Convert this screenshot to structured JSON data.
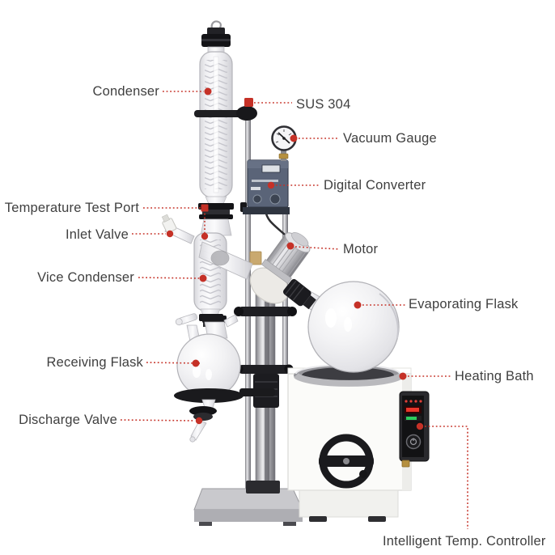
{
  "diagram": {
    "device": "rotary-evaporator",
    "background_color": "#ffffff",
    "leader_color": "#c53127",
    "text_color": "#3f3f3f",
    "labels": [
      {
        "id": "condenser",
        "text": "Condenser",
        "side": "left"
      },
      {
        "id": "sus-304",
        "text": "SUS 304",
        "side": "right"
      },
      {
        "id": "vacuum-gauge",
        "text": "Vacuum Gauge",
        "side": "right"
      },
      {
        "id": "digital-converter",
        "text": "Digital Converter",
        "side": "right"
      },
      {
        "id": "temperature-test-port",
        "text": "Temperature Test Port",
        "side": "left"
      },
      {
        "id": "inlet-valve",
        "text": "Inlet Valve",
        "side": "left"
      },
      {
        "id": "motor",
        "text": "Motor",
        "side": "right"
      },
      {
        "id": "vice-condenser",
        "text": "Vice Condenser",
        "side": "left"
      },
      {
        "id": "evaporating-flask",
        "text": "Evaporating Flask",
        "side": "right"
      },
      {
        "id": "receiving-flask",
        "text": "Receiving Flask",
        "side": "left"
      },
      {
        "id": "heating-bath",
        "text": "Heating Bath",
        "side": "right"
      },
      {
        "id": "discharge-valve",
        "text": "Discharge Valve",
        "side": "left"
      },
      {
        "id": "intelligent-temp-controller",
        "text": "Intelligent Temp. Controller",
        "side": "bottom-right"
      }
    ]
  }
}
